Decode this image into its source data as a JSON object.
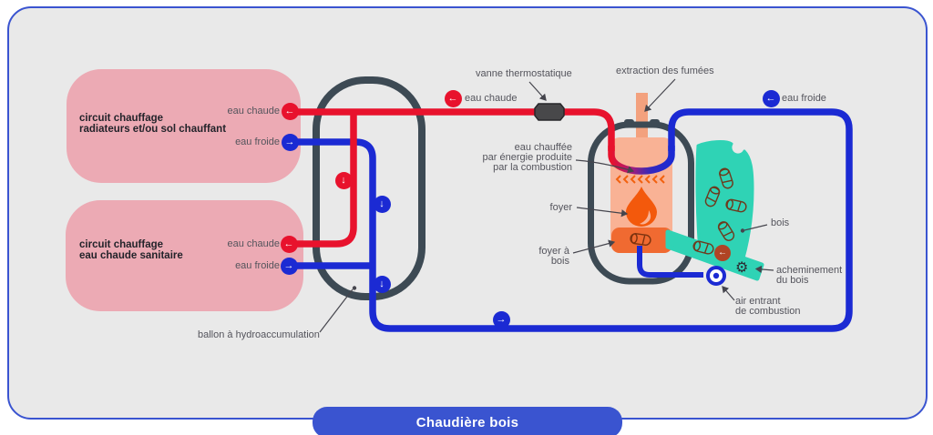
{
  "title": "Chaudière bois",
  "colors": {
    "hot": "#e8122d",
    "cold": "#1b2ad3",
    "machine_outline": "#3d4a54",
    "circuit_pink": "#ecaab4",
    "combustion_chamber": "#f9b295",
    "wood_firebox": "#f06a31",
    "flame": "#f3590c",
    "chimney": "#f3a17e",
    "wood_teal": "#2fd3b5",
    "log_outline": "#6e3a1d",
    "feed_badge": "#b04424",
    "card_background": "#e9e9e9",
    "accent_blue": "#3a54d0",
    "label_gray": "#54545c"
  },
  "icons": {
    "arrow_left": "←",
    "arrow_right": "→",
    "arrow_down": "↓",
    "gear": "⚙"
  },
  "circuits": [
    {
      "lines": [
        "circuit chauffage",
        "radiateurs et/ou sol chauffant"
      ],
      "ports": [
        {
          "label": "eau chaude",
          "type": "hot"
        },
        {
          "label": "eau froide",
          "type": "cold"
        }
      ]
    },
    {
      "lines": [
        "circuit chauffage",
        "eau chaude sanitaire"
      ],
      "ports": [
        {
          "label": "eau chaude",
          "type": "hot"
        },
        {
          "label": "eau froide",
          "type": "cold"
        }
      ]
    }
  ],
  "labels": {
    "tank": "ballon à hydroaccumulation",
    "valve": "vanne thermostatique",
    "hot_line": "eau chaude",
    "cold_line": "eau froide",
    "flue": "extraction des fumées",
    "heated_water": [
      "eau chauffée",
      "par énergie produite",
      "par la combustion"
    ],
    "firebox": "foyer",
    "wood_firebox": [
      "foyer à",
      "bois"
    ],
    "wood": "bois",
    "wood_feed": [
      "acheminement",
      "du bois"
    ],
    "air_inlet": [
      "air entrant",
      "de combustion"
    ]
  }
}
